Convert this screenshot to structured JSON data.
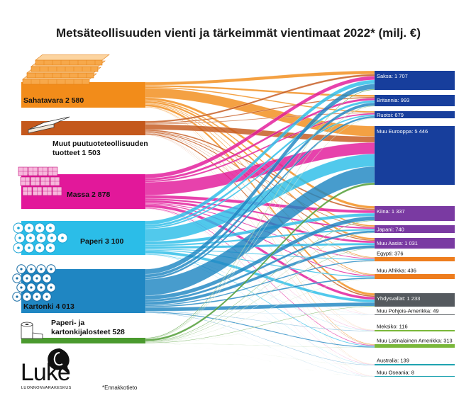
{
  "chart_data": {
    "type": "sankey",
    "title": "Metsäteollisuuden vienti ja tärkeimmät vientimaat 2022* (milj. €)",
    "note": "*Ennakkotieto",
    "sources": [
      {
        "label_lines": [
          "Sahatavara 2 580"
        ],
        "value": 2580,
        "color": "#f28c1a",
        "icon": "lumber-stack-icon"
      },
      {
        "label_lines": [
          "Muut puutuoteteollisuuden",
          "tuotteet 1 503"
        ],
        "value": 1503,
        "color": "#c4581c",
        "icon": "beam-icon"
      },
      {
        "label_lines": [
          "Massa 2 878"
        ],
        "value": 2878,
        "color": "#e2189a",
        "icon": "pulp-bales-icon"
      },
      {
        "label_lines": [
          "Paperi 3 100"
        ],
        "value": 3100,
        "color": "#2bbde8",
        "icon": "paper-rolls-icon"
      },
      {
        "label_lines": [
          "Kartonki 4 013"
        ],
        "value": 4013,
        "color": "#1f86c2",
        "icon": "board-rolls-icon"
      },
      {
        "label_lines": [
          "Paperi- ja",
          "kartonkijalosteet 528"
        ],
        "value": 528,
        "color": "#4a9a2e",
        "icon": "toilet-roll-icon"
      }
    ],
    "destinations": [
      {
        "label": "Saksa: 1 707",
        "value": 1707,
        "color": "#173e9c",
        "label_color": "#ffffff"
      },
      {
        "label": "Britannia: 993",
        "value": 993,
        "color": "#173e9c",
        "label_color": "#ffffff"
      },
      {
        "label": "Ruotsi: 679",
        "value": 679,
        "color": "#173e9c",
        "label_color": "#ffffff"
      },
      {
        "label": "Muu Eurooppa: 5 446",
        "value": 5446,
        "color": "#173e9c",
        "label_color": "#ffffff"
      },
      {
        "label": "Kiina: 1 337",
        "value": 1337,
        "color": "#7a3aa2",
        "label_color": "#ffffff"
      },
      {
        "label": "Japani: 740",
        "value": 740,
        "color": "#7a3aa2",
        "label_color": "#ffffff"
      },
      {
        "label": "Muu Aasia: 1 031",
        "value": 1031,
        "color": "#7a3aa2",
        "label_color": "#ffffff"
      },
      {
        "label": "Egypti: 376",
        "value": 376,
        "color": "#ee7d1e",
        "label_color": "#111111"
      },
      {
        "label": "Muu Afrikka: 436",
        "value": 436,
        "color": "#ee7d1e",
        "label_color": "#111111"
      },
      {
        "label": "Yhdysvallat: 1 233",
        "value": 1233,
        "color": "#555a5f",
        "label_color": "#ffffff"
      },
      {
        "label": "Muu Pohjois-Amerikka: 49",
        "value": 49,
        "color": "#555a5f",
        "label_color": "#111111"
      },
      {
        "label": "Meksiko: 116",
        "value": 116,
        "color": "#7ab73a",
        "label_color": "#111111"
      },
      {
        "label": "Muu Latinalainen Amerikka: 313",
        "value": 313,
        "color": "#7ab73a",
        "label_color": "#111111"
      },
      {
        "label": "Australia: 139",
        "value": 139,
        "color": "#1fa3b0",
        "label_color": "#111111"
      },
      {
        "label": "Muu Oseania: 8",
        "value": 8,
        "color": "#1fa3b0",
        "label_color": "#111111"
      }
    ]
  },
  "logo": {
    "name": "Luke",
    "subtitle": "LUONNONVARAKESKUS"
  }
}
